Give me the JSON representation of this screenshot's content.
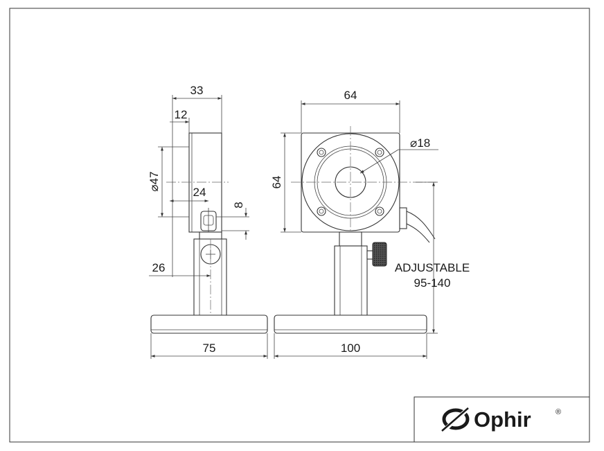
{
  "dimensions": {
    "side_width": "33",
    "side_depth": "12",
    "side_diameter": "47",
    "side_diameter_symbol": "⌀",
    "side_offset": "24",
    "side_bracket": "8",
    "side_post": "26",
    "side_base": "75",
    "front_width": "64",
    "front_height": "64",
    "aperture": "18",
    "aperture_symbol": "⌀",
    "front_base": "100"
  },
  "annotation": {
    "line1": "ADJUSTABLE",
    "line2": "95-140"
  },
  "logo": {
    "text": "Ophir",
    "registered": "®"
  }
}
